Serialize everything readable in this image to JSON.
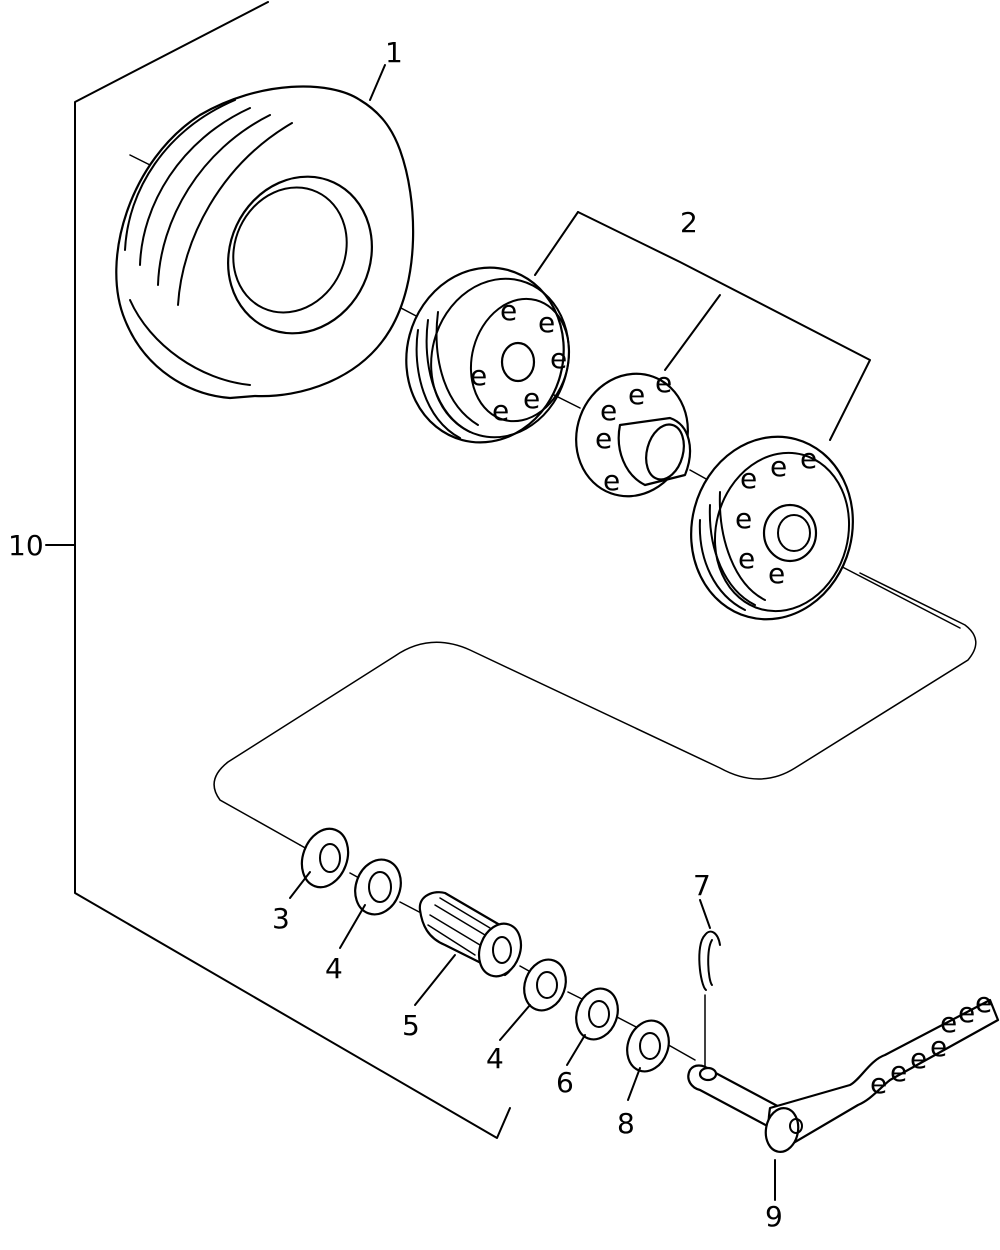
{
  "diagram": {
    "labels": {
      "tire": "1",
      "wheel_halves": "2",
      "snap_ring": "3",
      "washer_left": "4",
      "bearing": "5",
      "washer_right": "4",
      "seal": "6",
      "cotter_pin": "7",
      "spacer": "8",
      "axle_arm": "9",
      "assembly": "10"
    }
  }
}
